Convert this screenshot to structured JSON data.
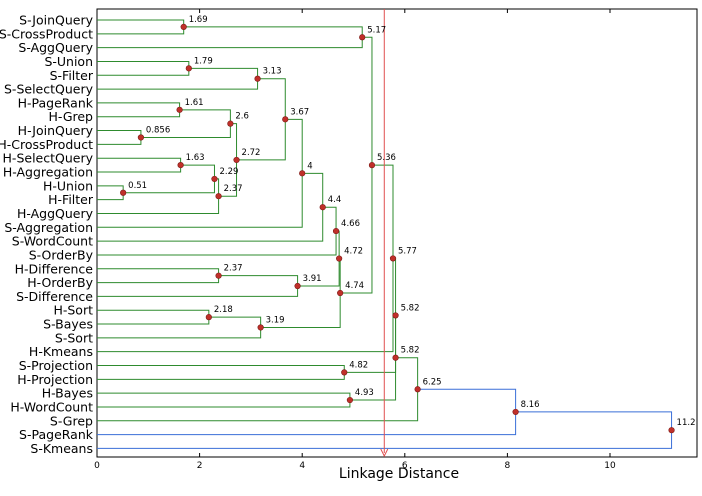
{
  "chart_data": {
    "type": "dendrogram",
    "title": "",
    "xlabel": "Linkage Distance",
    "ylabel": "",
    "xlim": [
      0,
      11.5
    ],
    "xticks": [
      0,
      2,
      4,
      6,
      8,
      10
    ],
    "grid": false,
    "leaves": [
      "S-JoinQuery",
      "S-CrossProduct",
      "S-AggQuery",
      "S-Union",
      "S-Filter",
      "S-SelectQuery",
      "H-PageRank",
      "H-Grep",
      "H-JoinQuery",
      "H-CrossProduct",
      "H-SelectQuery",
      "H-Aggregation",
      "H-Union",
      "H-Filter",
      "H-AggQuery",
      "S-Aggregation",
      "S-WordCount",
      "S-OrderBy",
      "H-Difference",
      "H-OrderBy",
      "S-Difference",
      "H-Sort",
      "S-Bayes",
      "S-Sort",
      "H-Kmeans",
      "S-Projection",
      "H-Projection",
      "H-Bayes",
      "H-WordCount",
      "S-Grep",
      "S-PageRank",
      "S-Kmeans"
    ],
    "merges": [
      {
        "id": "m1",
        "left": "S-JoinQuery",
        "right": "S-CrossProduct",
        "height": 1.69,
        "label": "1.69"
      },
      {
        "id": "m2",
        "left": "m1",
        "right": "S-AggQuery",
        "height": 5.17,
        "label": "5.17"
      },
      {
        "id": "m3",
        "left": "S-Union",
        "right": "S-Filter",
        "height": 1.79,
        "label": "1.79"
      },
      {
        "id": "m4",
        "left": "m3",
        "right": "S-SelectQuery",
        "height": 3.13,
        "label": "3.13"
      },
      {
        "id": "m5",
        "left": "H-PageRank",
        "right": "H-Grep",
        "height": 1.61,
        "label": "1.61"
      },
      {
        "id": "m6",
        "left": "H-JoinQuery",
        "right": "H-CrossProduct",
        "height": 0.856,
        "label": "0.856"
      },
      {
        "id": "m7",
        "left": "m5",
        "right": "m6",
        "height": 2.6,
        "label": "2.6"
      },
      {
        "id": "m8",
        "left": "H-SelectQuery",
        "right": "H-Aggregation",
        "height": 1.63,
        "label": "1.63"
      },
      {
        "id": "m9",
        "left": "H-Union",
        "right": "H-Filter",
        "height": 0.51,
        "label": "0.51"
      },
      {
        "id": "m10",
        "left": "m8",
        "right": "m9",
        "height": 2.29,
        "label": "2.29"
      },
      {
        "id": "m11",
        "left": "m10",
        "right": "H-AggQuery",
        "height": 2.37,
        "label": "2.37"
      },
      {
        "id": "m12",
        "left": "m7",
        "right": "m11",
        "height": 2.72,
        "label": "2.72"
      },
      {
        "id": "m13",
        "left": "m4",
        "right": "m12",
        "height": 3.67,
        "label": "3.67"
      },
      {
        "id": "m14",
        "left": "m13",
        "right": "S-Aggregation",
        "height": 4.0,
        "label": "4"
      },
      {
        "id": "m15",
        "left": "m14",
        "right": "S-WordCount",
        "height": 4.4,
        "label": "4.4"
      },
      {
        "id": "m16",
        "left": "m15",
        "right": "S-OrderBy",
        "height": 4.66,
        "label": "4.66"
      },
      {
        "id": "m17",
        "left": "H-Difference",
        "right": "H-OrderBy",
        "height": 2.37,
        "label": "2.37"
      },
      {
        "id": "m18",
        "left": "m17",
        "right": "S-Difference",
        "height": 3.91,
        "label": "3.91"
      },
      {
        "id": "m19",
        "left": "m16",
        "right": "m18",
        "height": 4.72,
        "label": "4.72"
      },
      {
        "id": "m20",
        "left": "H-Sort",
        "right": "S-Bayes",
        "height": 2.18,
        "label": "2.18"
      },
      {
        "id": "m21",
        "left": "m20",
        "right": "S-Sort",
        "height": 3.19,
        "label": "3.19"
      },
      {
        "id": "m22",
        "left": "m19",
        "right": "m21",
        "height": 4.74,
        "label": "4.74"
      },
      {
        "id": "m23",
        "left": "m2",
        "right": "m22",
        "height": 5.36,
        "label": "5.36"
      },
      {
        "id": "m24",
        "left": "m23",
        "right": "H-Kmeans",
        "height": 5.77,
        "label": "5.77"
      },
      {
        "id": "m25",
        "left": "S-Projection",
        "right": "H-Projection",
        "height": 4.82,
        "label": "4.82"
      },
      {
        "id": "m26",
        "left": "m24",
        "right": "m25",
        "height": 5.82,
        "label": "5.82"
      },
      {
        "id": "m27",
        "left": "H-Bayes",
        "right": "H-WordCount",
        "height": 4.93,
        "label": "4.93"
      },
      {
        "id": "m28",
        "left": "m26",
        "right": "m27",
        "height": 5.82,
        "label": "5.82"
      },
      {
        "id": "m29",
        "left": "m28",
        "right": "S-Grep",
        "height": 6.25,
        "label": "6.25"
      },
      {
        "id": "m30",
        "left": "m29",
        "right": "S-PageRank",
        "height": 8.16,
        "label": "8.16"
      },
      {
        "id": "m31",
        "left": "m30",
        "right": "S-Kmeans",
        "height": 11.2,
        "label": "11.2"
      }
    ],
    "blue_merges": [
      "m30",
      "m31"
    ],
    "cutoff": 5.6,
    "colors": {
      "cluster_link": "#2e8b2e",
      "top_link": "#3a6fd8",
      "cutoff_line": "#e05050",
      "node_marker": "#c0302a",
      "node_marker_edge": "#7a1a16"
    }
  }
}
